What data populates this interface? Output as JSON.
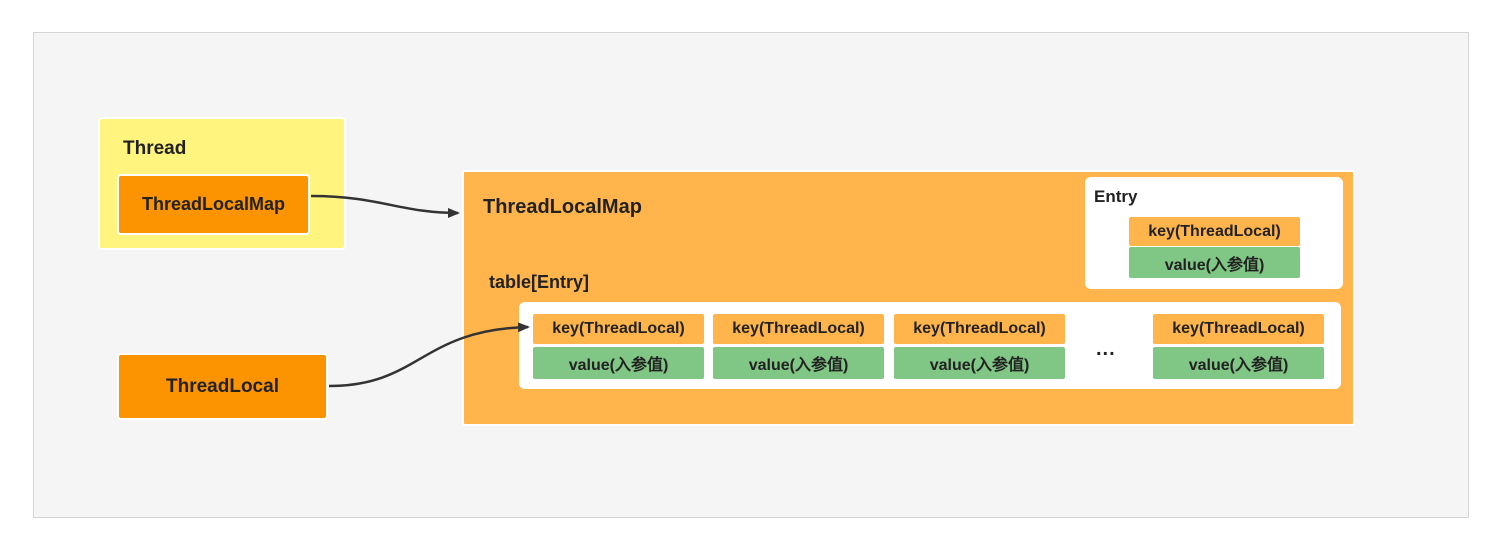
{
  "thread": {
    "title": "Thread",
    "map_label": "ThreadLocalMap"
  },
  "thread_local": {
    "label": "ThreadLocal"
  },
  "map": {
    "title": "ThreadLocalMap",
    "table_label": "table[Entry]"
  },
  "entry_legend": {
    "title": "Entry",
    "key": "key(ThreadLocal)",
    "value": "value(入参值)"
  },
  "table": {
    "entries": [
      {
        "key": "key(ThreadLocal)",
        "value": "value(入参值)"
      },
      {
        "key": "key(ThreadLocal)",
        "value": "value(入参值)"
      },
      {
        "key": "key(ThreadLocal)",
        "value": "value(入参值)"
      },
      {
        "key": "key(ThreadLocal)",
        "value": "value(入参值)"
      }
    ],
    "ellipsis": "..."
  },
  "colors": {
    "thread_bg": "#fff47e",
    "box_orange": "#fc9300",
    "map_bg": "#ffb54b",
    "value_green": "#80c684",
    "arrow": "#333333"
  }
}
